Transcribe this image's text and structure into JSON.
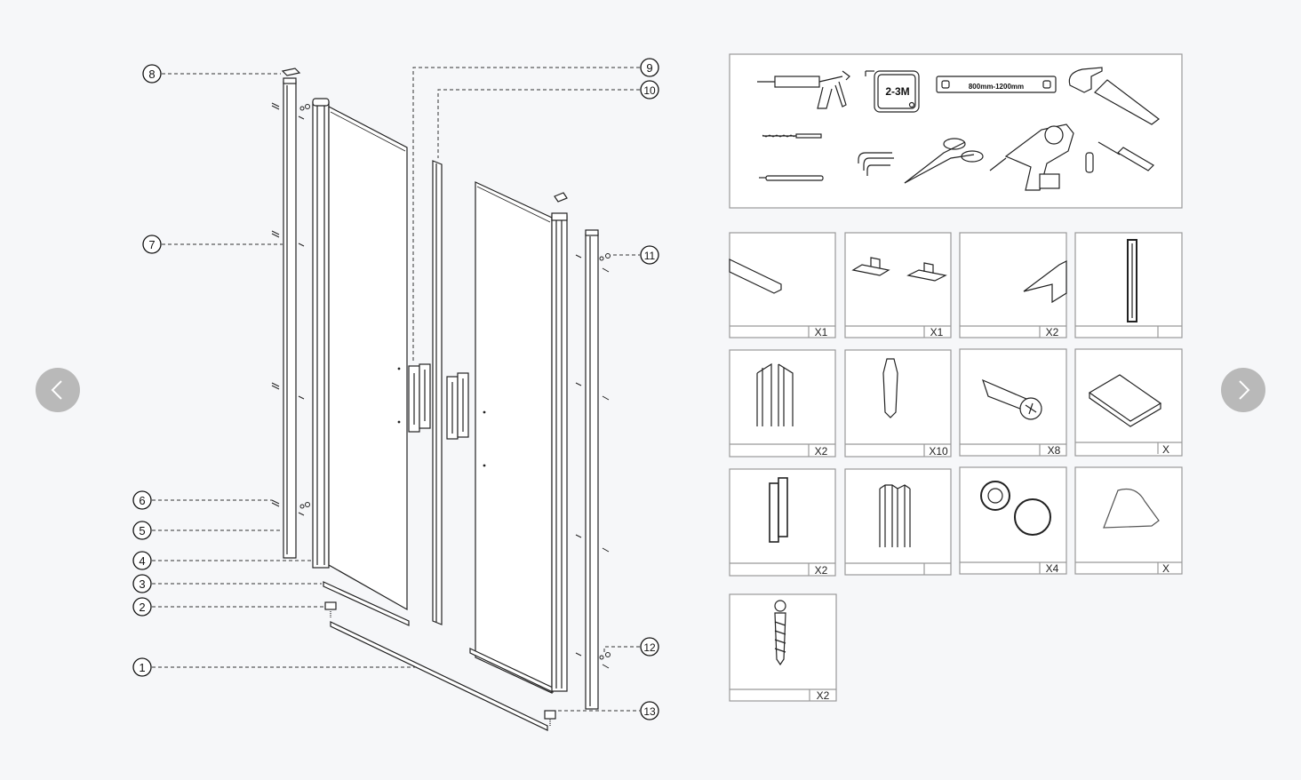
{
  "diagram": {
    "callouts": [
      {
        "num": "1"
      },
      {
        "num": "2"
      },
      {
        "num": "3"
      },
      {
        "num": "4"
      },
      {
        "num": "5"
      },
      {
        "num": "6"
      },
      {
        "num": "7"
      },
      {
        "num": "8"
      },
      {
        "num": "9"
      },
      {
        "num": "10"
      },
      {
        "num": "11"
      },
      {
        "num": "12"
      },
      {
        "num": "13"
      }
    ]
  },
  "tools": {
    "tape_label": "2-3M",
    "level_label": "800mm-1200mm"
  },
  "parts": [
    {
      "qty": "X1"
    },
    {
      "qty": "X1"
    },
    {
      "qty": "X2"
    },
    {
      "qty": ""
    },
    {
      "qty": "X2"
    },
    {
      "qty": "X10"
    },
    {
      "qty": "X8"
    },
    {
      "qty": "X"
    },
    {
      "qty": "X2"
    },
    {
      "qty": ""
    },
    {
      "qty": "X4"
    },
    {
      "qty": "X"
    },
    {
      "qty": "X2"
    }
  ],
  "nav": {
    "prev_icon": "chevron-left-icon",
    "next_icon": "chevron-right-icon"
  }
}
